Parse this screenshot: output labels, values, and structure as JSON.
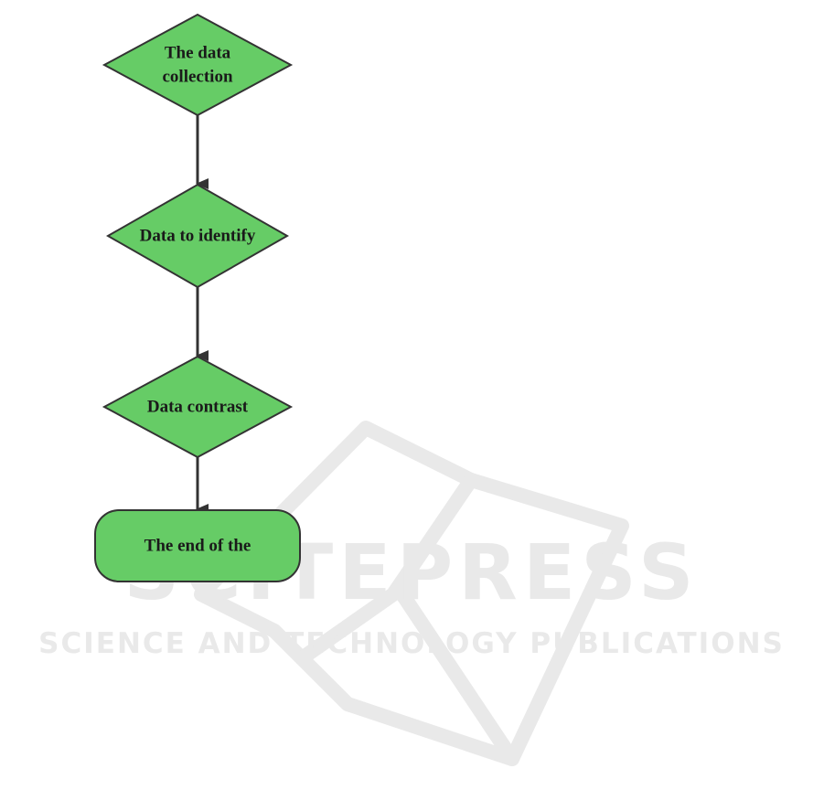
{
  "colors": {
    "node_fill": "#66cc66",
    "node_stroke": "#333333",
    "edge": "#333333",
    "watermark": "#e9e9e9"
  },
  "flowchart": {
    "nodes": [
      {
        "id": "collection",
        "shape": "diamond",
        "lines": [
          "The data",
          "collection"
        ]
      },
      {
        "id": "identify",
        "shape": "diamond",
        "lines": [
          "Data to identify"
        ]
      },
      {
        "id": "contrast",
        "shape": "diamond",
        "lines": [
          "Data contrast"
        ]
      },
      {
        "id": "end",
        "shape": "terminator",
        "lines": [
          "The end of the"
        ]
      }
    ],
    "edges": [
      {
        "from": "collection",
        "to": "identify"
      },
      {
        "from": "identify",
        "to": "contrast"
      },
      {
        "from": "contrast",
        "to": "end"
      }
    ]
  },
  "watermark": {
    "logo": "open-book-icon",
    "title": "SCITEPRESS",
    "subtitle": "SCIENCE AND TECHNOLOGY PUBLICATIONS"
  }
}
